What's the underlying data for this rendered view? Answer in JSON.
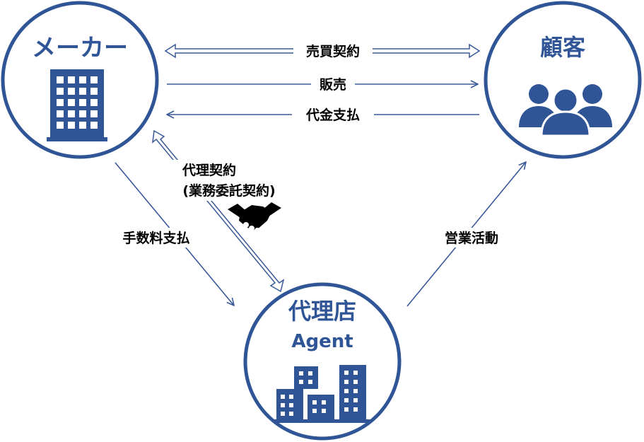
{
  "colors": {
    "primary": "#2f5597",
    "line": "#3a5a9a",
    "text": "#000000",
    "handshake": "#000000"
  },
  "nodes": {
    "maker": {
      "title": "メーカー",
      "icon": "office-building-icon"
    },
    "customer": {
      "title": "顧客",
      "icon": "people-group-icon"
    },
    "agent": {
      "title": "代理店",
      "subtitle": "Agent",
      "icon": "city-buildings-icon"
    }
  },
  "edges": {
    "sales_contract": "売買契約",
    "sale": "販売",
    "payment": "代金支払",
    "agency_contract_line1": "代理契約",
    "agency_contract_line2": "(業務委託契約)",
    "commission_payment": "手数料支払",
    "sales_activity": "営業活動"
  },
  "icons": {
    "handshake": "handshake-icon"
  }
}
